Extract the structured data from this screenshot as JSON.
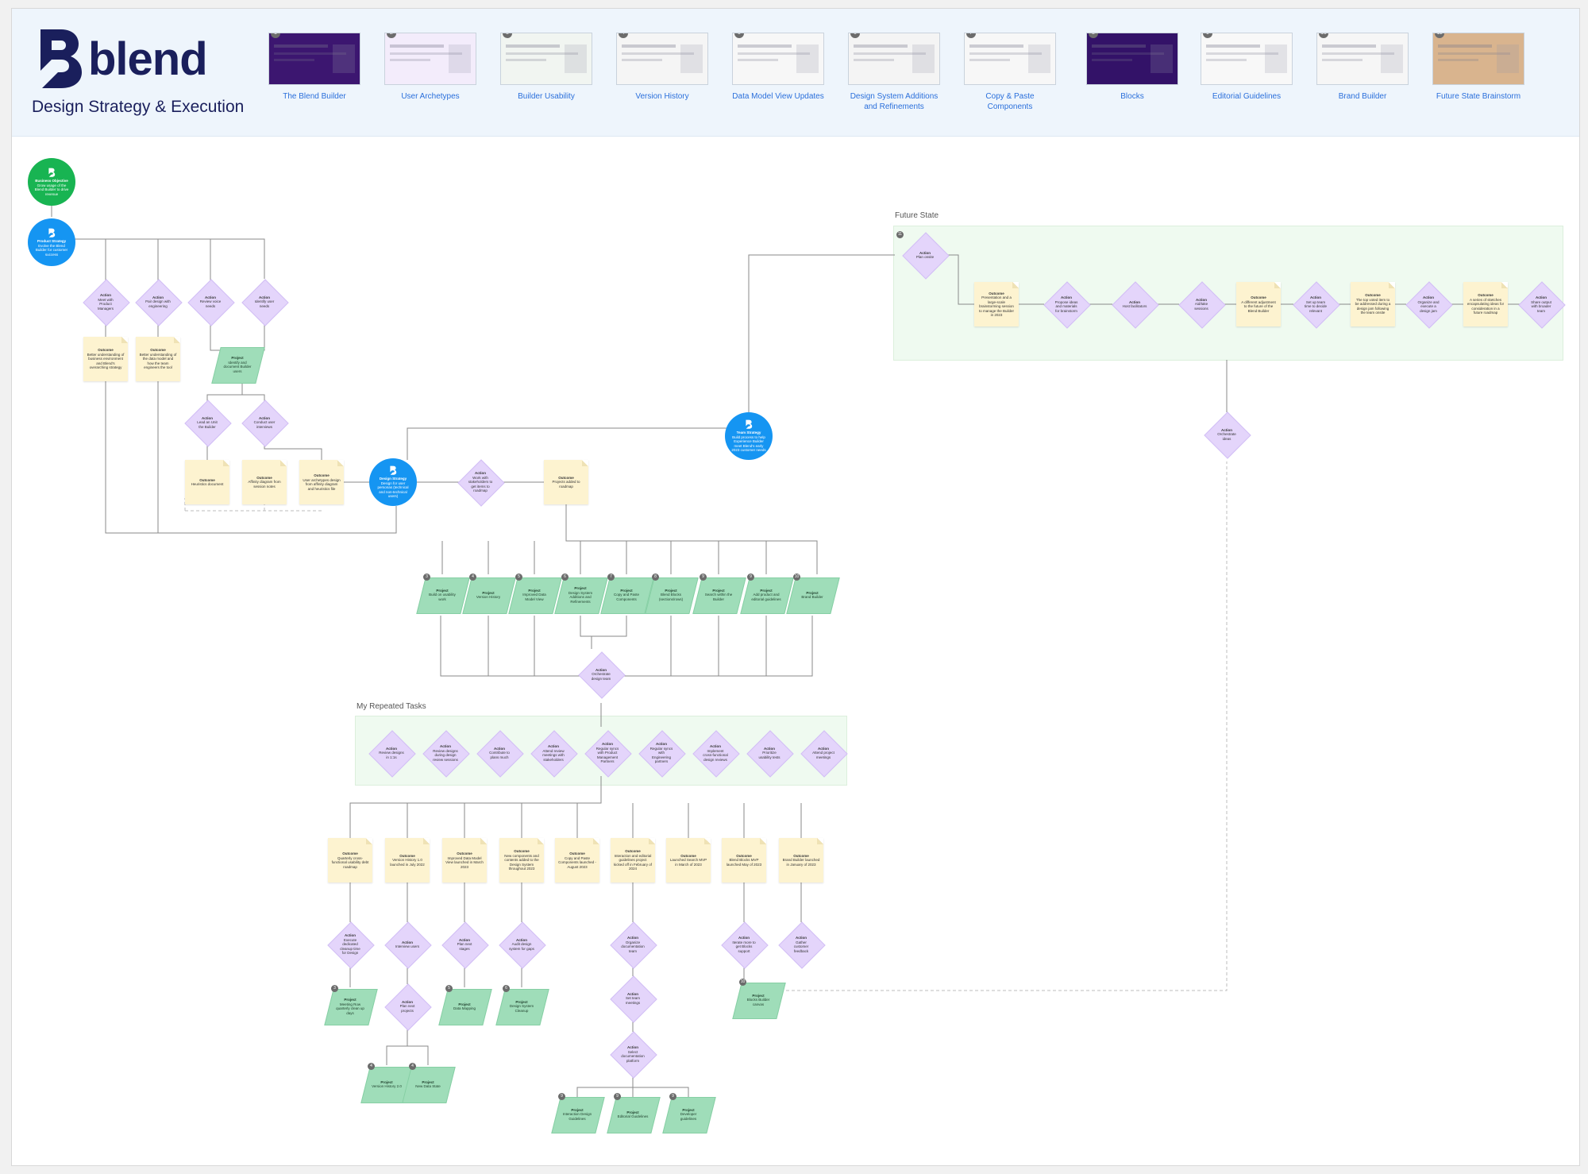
{
  "header": {
    "brand": "blend",
    "subtitle": "Design Strategy & Execution",
    "thumbnails": [
      {
        "num": "1",
        "label": "The Blend Builder"
      },
      {
        "num": "2",
        "label": "User Archetypes"
      },
      {
        "num": "3",
        "label": "Builder Usability"
      },
      {
        "num": "4",
        "label": "Version History"
      },
      {
        "num": "5",
        "label": "Data Model View Updates"
      },
      {
        "num": "6",
        "label": "Design System Additions and Refinements"
      },
      {
        "num": "7",
        "label": "Copy & Paste Components"
      },
      {
        "num": "8",
        "label": "Blocks"
      },
      {
        "num": "9",
        "label": "Editorial Guidelines"
      },
      {
        "num": "10",
        "label": "Brand Builder"
      },
      {
        "num": "11",
        "label": "Future State Brainstorm"
      }
    ]
  },
  "regions": {
    "future_state": "Future State",
    "repeated_tasks": "My Repeated Tasks"
  },
  "circles": {
    "business": {
      "title": "Business Objective",
      "text": "Grow usage of the Blend Builder to drive revenue"
    },
    "product": {
      "title": "Product Strategy",
      "text": "Evolve the Blend Builder for customer success"
    },
    "design": {
      "title": "Design Strategy",
      "text": "Design for user personas (technical and non-technical users)"
    },
    "team": {
      "title": "Team Strategy",
      "text": "Build process to help Experience Builder meet Blend's early 2023 customer needs"
    }
  },
  "top_flow": {
    "actions": [
      {
        "title": "Action",
        "text": "Meet with Product Managers"
      },
      {
        "title": "Action",
        "text": "Pair design with engineering"
      },
      {
        "title": "Action",
        "text": "Review voice needs"
      },
      {
        "title": "Action",
        "text": "Identify user needs"
      }
    ],
    "outcomes": [
      {
        "title": "Outcome",
        "text": "Better understanding of business environment and Blend's overarching strategy"
      },
      {
        "title": "Outcome",
        "text": "Better understanding of the data model and how the team engineers the tool"
      }
    ],
    "project": {
      "title": "Project",
      "text": "Identify and document Builder users"
    },
    "actions2": [
      {
        "title": "Action",
        "text": "Lead an Unit the Builder"
      },
      {
        "title": "Action",
        "text": "Conduct user interviews"
      }
    ],
    "outcomes2": [
      {
        "title": "Outcome",
        "text": "Heuristics document"
      },
      {
        "title": "Outcome",
        "text": "Affinity diagram from session notes"
      },
      {
        "title": "Outcome",
        "text": "User archetypes design from affinity diagram and heuristics file"
      }
    ],
    "action_work": {
      "title": "Action",
      "text": "Work with stakeholders to get items to roadmap"
    },
    "outcome_roadmap": {
      "title": "Outcome",
      "text": "Projects added to roadmap"
    }
  },
  "projects_row": [
    {
      "num": "3",
      "title": "Project",
      "text": "Build on usability work"
    },
    {
      "num": "4",
      "title": "Project",
      "text": "Version History"
    },
    {
      "num": "5",
      "title": "Project",
      "text": "Improved Data Model View"
    },
    {
      "num": "6",
      "title": "Project",
      "text": "Design System Additions and Refinements"
    },
    {
      "num": "7",
      "title": "Project",
      "text": "Copy and Paste Components"
    },
    {
      "num": "8",
      "title": "Project",
      "text": "Blend Blocks (sections/rows)"
    },
    {
      "num": "9",
      "title": "Project",
      "text": "Search within the Builder"
    },
    {
      "num": "9",
      "title": "Project",
      "text": "Add product and editorial guidelines"
    },
    {
      "num": "10",
      "title": "Project",
      "text": "Brand Builder"
    }
  ],
  "orchestrate": {
    "title": "Action",
    "text": "Orchestrate design team"
  },
  "repeated_tasks": [
    {
      "title": "Action",
      "text": "Review designs in 1:1s"
    },
    {
      "title": "Action",
      "text": "Review designs during design review sessions"
    },
    {
      "title": "Action",
      "text": "Contribute to plans much"
    },
    {
      "title": "Action",
      "text": "Attend review meetings with stakeholders"
    },
    {
      "title": "Action",
      "text": "Regular syncs with Product Management Partners"
    },
    {
      "title": "Action",
      "text": "Regular syncs with Engineering partners"
    },
    {
      "title": "Action",
      "text": "Implement cross-functional design reviews"
    },
    {
      "title": "Action",
      "text": "Prioritize usability tests"
    },
    {
      "title": "Action",
      "text": "Attend project meetings"
    }
  ],
  "bottom_outcomes": [
    {
      "title": "Outcome",
      "text": "Quarterly cross-functional usability debt roadmap"
    },
    {
      "title": "Outcome",
      "text": "Version History 1.0 launched in July 2022"
    },
    {
      "title": "Outcome",
      "text": "Improved Data Model View launched in March 2023"
    },
    {
      "title": "Outcome",
      "text": "New components and contents added to the Design System throughout 2023"
    },
    {
      "title": "Outcome",
      "text": "Copy and Paste Components launched - August 2023"
    },
    {
      "title": "Outcome",
      "text": "Interaction and editorial guidelines project kicked off in February of 2024"
    },
    {
      "title": "Outcome",
      "text": "Launched Search MVP in March of 2023"
    },
    {
      "title": "Outcome",
      "text": "Blend Blocks MVP launched May of 2023"
    },
    {
      "title": "Outcome",
      "text": "Brand Builder launched in January of 2023"
    }
  ],
  "bottom_actions": [
    {
      "title": "Action",
      "text": "Execute dedicated cleanup time for Design"
    },
    {
      "title": "Action",
      "text": "Interview users"
    },
    {
      "title": "Action",
      "text": "Plan next stages"
    },
    {
      "title": "Action",
      "text": "Audit design system for gaps"
    },
    {
      "title": "Action",
      "text": "Organize documentation team"
    },
    {
      "title": "Action",
      "text": "Iterate more to get Blocks support"
    },
    {
      "title": "Action",
      "text": "Gather customer feedback"
    }
  ],
  "bottom_actions2": [
    {
      "title": "Action",
      "text": "Plan next projects"
    },
    {
      "title": "Action",
      "text": "Set team meetings"
    },
    {
      "title": "Action",
      "text": "Select documentation platform"
    }
  ],
  "bottom_projects": [
    {
      "num": "3",
      "title": "Project",
      "text": "Meeting Row quarterly clean up days"
    },
    {
      "num": "5",
      "title": "Project",
      "text": "Data Mapping"
    },
    {
      "num": "6",
      "title": "Project",
      "text": "Design System Cleanup"
    },
    {
      "num": "10",
      "title": "Project",
      "text": "Blocks Builder canvas"
    },
    {
      "num": "4",
      "title": "Project",
      "text": "Version History 2.0"
    },
    {
      "num": "4",
      "title": "Project",
      "text": "New Data State"
    },
    {
      "num": "9",
      "title": "Project",
      "text": "Interaction Design Guidelines"
    },
    {
      "num": "9",
      "title": "Project",
      "text": "Editorial Guidelines"
    },
    {
      "num": "9",
      "title": "Project",
      "text": "Developer guidelines"
    }
  ],
  "future_flow": {
    "badge": "11",
    "plan": {
      "title": "Action",
      "text": "Plan onsite"
    },
    "outcome1": {
      "title": "Outcome",
      "text": "Presentation and a large-scale brainstorming session to manage the Builder in 2023"
    },
    "action_prop": {
      "title": "Action",
      "text": "Propose ideas and materials for brainstorm"
    },
    "action_host": {
      "title": "Action",
      "text": "Host facilitators"
    },
    "action_ideas": {
      "title": "Action",
      "text": "Aid/take sessions"
    },
    "outcome2": {
      "title": "Outcome",
      "text": "A different adjustment to the future of the Blend Builder"
    },
    "action_team": {
      "title": "Action",
      "text": "Set up team time to decide relevant"
    },
    "outcome3": {
      "title": "Outcome",
      "text": "The top voted item to be addressed during a design jam following the team onsite"
    },
    "action_org": {
      "title": "Action",
      "text": "Organize and execute a design jam"
    },
    "outcome4": {
      "title": "Outcome",
      "text": "A series of sketches encapsulating ideas for consideration in a future roadmap"
    },
    "action_share": {
      "title": "Action",
      "text": "Share output with broader team"
    },
    "action_orch": {
      "title": "Action",
      "text": "Orchestrate ideas"
    }
  },
  "colors": {
    "green_circle": "#18b452",
    "blue_circle": "#1595f2",
    "diamond": "#e4d5fb",
    "note": "#fdf3d0",
    "project": "#9fddb9",
    "link": "#2a6fdb"
  }
}
